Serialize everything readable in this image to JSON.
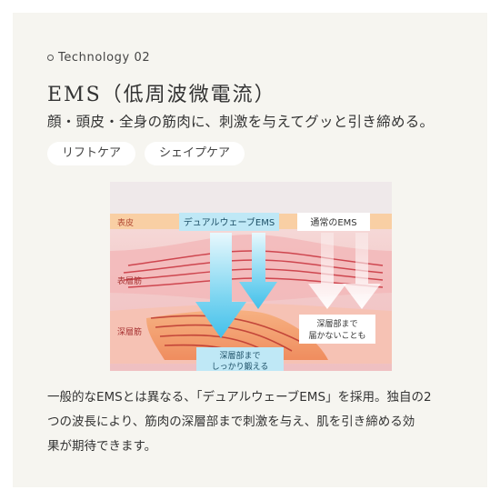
{
  "header": {
    "eyebrow": "Technology 02",
    "title": "EMS（低周波微電流）",
    "subtitle": "顔・頭皮・全身の筋肉に、刺激を与えてグッと引き締める。"
  },
  "tags": [
    "リフトケア",
    "シェイプケア"
  ],
  "diagram": {
    "layer_labels": {
      "skin": "表皮",
      "surface_muscle": "表層筋",
      "deep_muscle": "深層筋"
    },
    "dual_wave_label": "デュアルウェーブEMS",
    "normal_label": "通常のEMS",
    "dual_wave_callout": [
      "深層部まで",
      "しっかり鍛える"
    ],
    "normal_callout": [
      "深層部まで",
      "届かないことも"
    ],
    "colors": {
      "cyan": "#56c8ec",
      "red": "#d83a44",
      "orange": "#f06a3a",
      "skin": "#f9cfa4"
    }
  },
  "description": [
    "一般的なEMSとは異なる、「デュアルウェーブEMS」を採用。独自の2",
    "つの波長により、筋肉の深層部まで刺激を与え、肌を引き締める効",
    "果が期待できます。"
  ]
}
